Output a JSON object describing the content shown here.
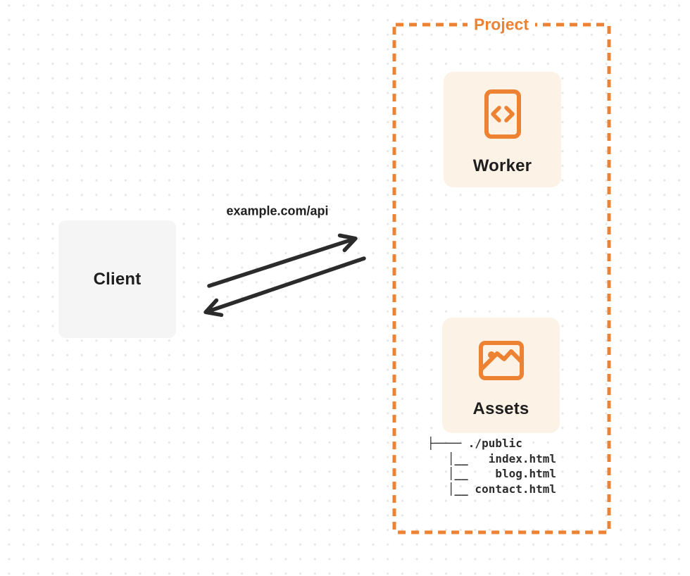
{
  "diagram": {
    "project": {
      "label": "Project",
      "worker": {
        "label": "Worker",
        "icon": "code-document-icon"
      },
      "assets": {
        "label": "Assets",
        "icon": "image-icon"
      },
      "file_tree": {
        "root": "./public",
        "files": [
          "index.html",
          "blog.html",
          "contact.html"
        ],
        "lines": [
          "├──── ./public",
          "   │__   index.html",
          "   │__    blog.html",
          "   │__ contact.html"
        ]
      }
    },
    "client": {
      "label": "Client"
    },
    "request": {
      "url_label": "example.com/api"
    },
    "colors": {
      "accent_orange": "#ed8232",
      "card_cream": "#fcf2e5",
      "client_gray": "#f5f5f6",
      "arrow_dark": "#2b2b2b",
      "text_dark": "#1e1e1e",
      "dot_grid": "#e7e7e7"
    }
  }
}
